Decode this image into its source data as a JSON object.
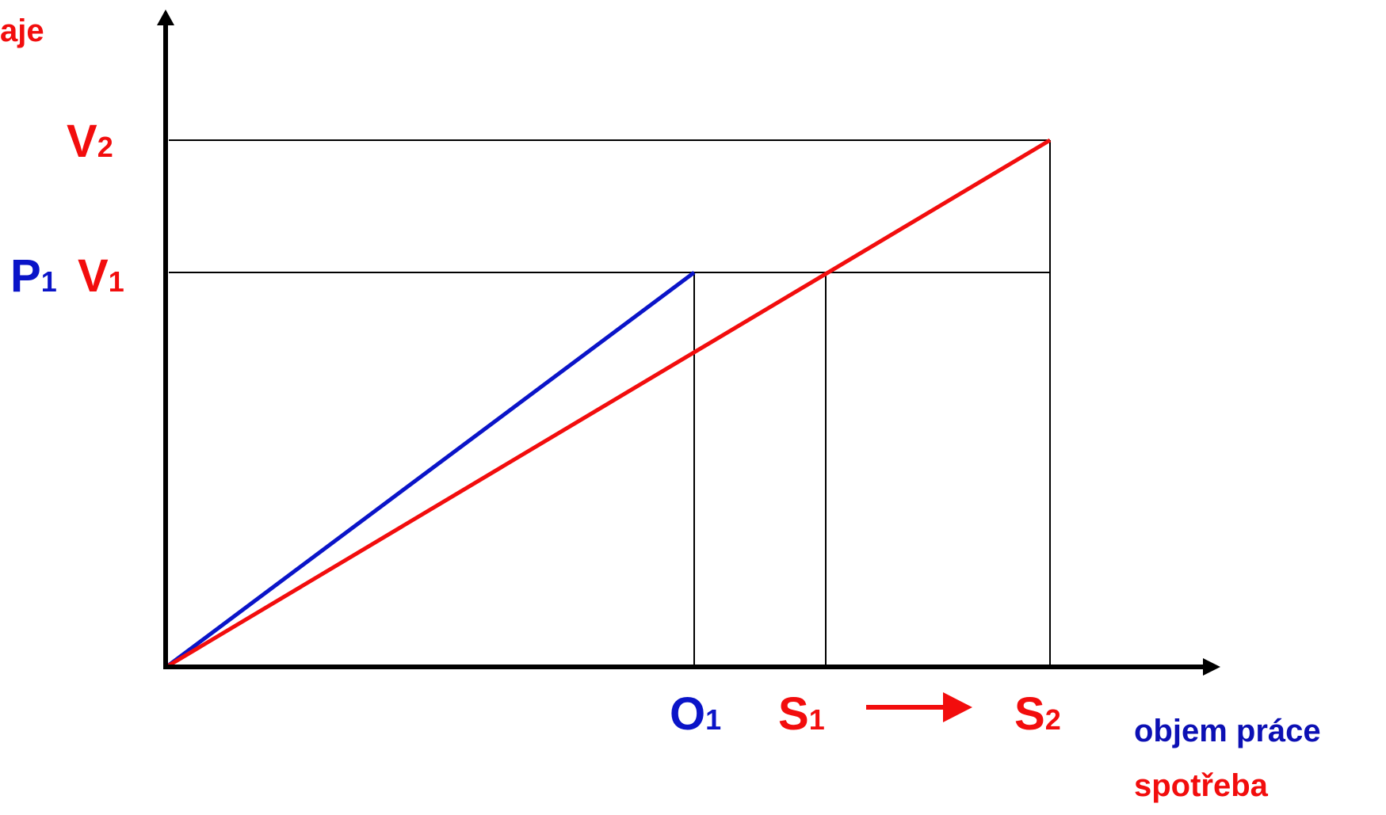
{
  "colors": {
    "blue": "#0a14c8",
    "red": "#f20d0d",
    "black": "#000000",
    "navy": "#0c10b4"
  },
  "axes": {
    "y_label": "aje",
    "x_label_work": "objem práce",
    "x_label_consumption": "spotřeba"
  },
  "y_marks": {
    "v2": {
      "letter": "V",
      "sub": "2"
    },
    "p1": {
      "letter": "P",
      "sub": "1"
    },
    "v1": {
      "letter": "V",
      "sub": "1"
    }
  },
  "x_marks": {
    "o1": {
      "letter": "O",
      "sub": "1"
    },
    "s1": {
      "letter": "S",
      "sub": "1"
    },
    "s2": {
      "letter": "S",
      "sub": "2"
    }
  }
}
